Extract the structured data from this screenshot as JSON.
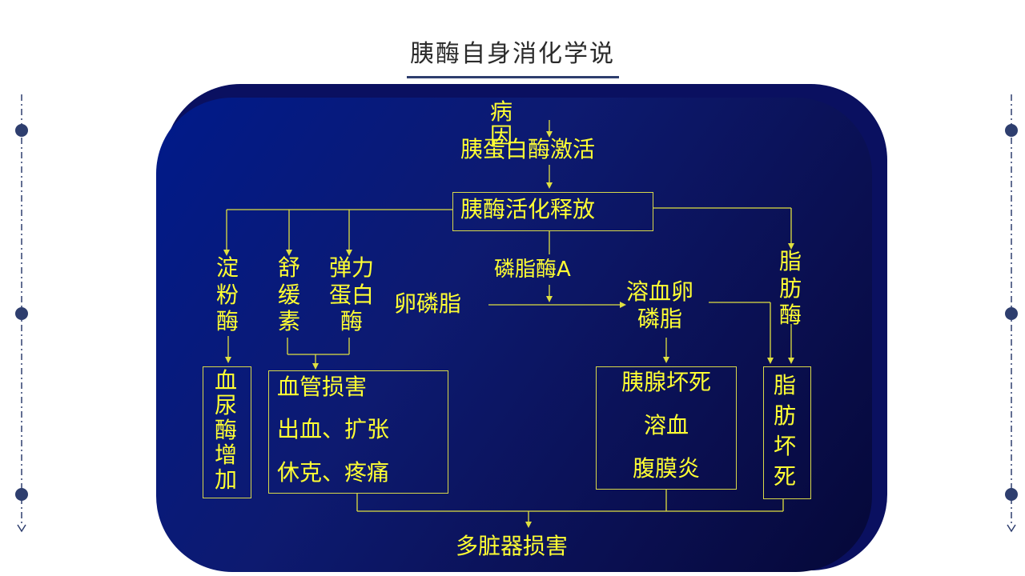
{
  "page": {
    "title": "胰酶自身消化学说"
  },
  "diagram": {
    "cause": "病因",
    "activation": "胰蛋白酶激活",
    "release": "胰酶活化释放",
    "amylase": "淀粉酶",
    "bradykinin": "舒缓素",
    "elastase": "弹力蛋白酶",
    "phospholipase": "磷脂酶A",
    "lecithin": "卵磷脂",
    "lysolecithin": "溶血卵磷脂",
    "lipase": "脂肪酶",
    "urine_amylase": "血尿酶增加",
    "vascular": [
      "血管损害",
      "出血、扩张",
      "休克、疼痛"
    ],
    "pancreatic": [
      "胰腺坏死",
      "溶血",
      "腹膜炎"
    ],
    "fat_necrosis": "脂肪坏死",
    "organ_damage": "多脏器损害"
  },
  "colors": {
    "panel": "#0d1a70",
    "text": "#ffff33",
    "line": "#e0e040",
    "accent": "#2e3e6e"
  }
}
